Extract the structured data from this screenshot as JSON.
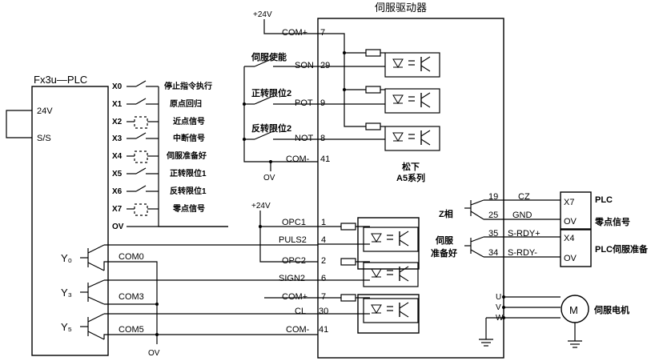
{
  "top_supply_label": "+24V",
  "driver": {
    "title": "伺服驱动器",
    "brand_line1": "松下",
    "brand_line2": "A5系列",
    "pins_top": [
      {
        "name": "COM+",
        "num": "7"
      },
      {
        "name": "SON",
        "num": "29"
      },
      {
        "name": "POT",
        "num": "9"
      },
      {
        "name": "NOT",
        "num": "8"
      },
      {
        "name": "COM-",
        "num": "41"
      }
    ],
    "pins_pulse": [
      {
        "name": "OPC1",
        "num": "1"
      },
      {
        "name": "PULS2",
        "num": "4"
      },
      {
        "name": "OPC2",
        "num": "2"
      },
      {
        "name": "SIGN2",
        "num": "6"
      },
      {
        "name": "COM+",
        "num": "7"
      },
      {
        "name": "CL",
        "num": "30"
      },
      {
        "name": "COM-",
        "num": "41"
      }
    ],
    "pins_right": [
      {
        "num": "19",
        "name": "CZ"
      },
      {
        "num": "25",
        "name": "GND"
      },
      {
        "num": "35",
        "name": "S-RDY+"
      },
      {
        "num": "34",
        "name": "S-RDY-"
      }
    ],
    "uvw": [
      "U",
      "V",
      "W"
    ]
  },
  "switches_top": {
    "son": "伺服使能",
    "pot": "正转限位2",
    "not": "反转限位2",
    "ov": "OV"
  },
  "pulse_supply_label": "+24V",
  "plc": {
    "title": "Fx3u—PLC",
    "left_labels": [
      "24V",
      "S/S"
    ],
    "inputs": [
      {
        "pin": "X0",
        "desc": "停止指令执行"
      },
      {
        "pin": "X1",
        "desc": "原点回归"
      },
      {
        "pin": "X2",
        "desc": "近点信号"
      },
      {
        "pin": "X3",
        "desc": "中断信号"
      },
      {
        "pin": "X4",
        "desc": "伺服准备好"
      },
      {
        "pin": "X5",
        "desc": "正转限位1"
      },
      {
        "pin": "X6",
        "desc": "反转限位1"
      },
      {
        "pin": "X7",
        "desc": "零点信号"
      }
    ],
    "ov": "OV",
    "outputs": [
      {
        "y": "Y₀",
        "com": "COM0"
      },
      {
        "y": "Y₃",
        "com": "COM3"
      },
      {
        "y": "Y₅",
        "com": "COM5"
      }
    ],
    "bottom_ov": "OV"
  },
  "right_side": {
    "z_phase": "Z相",
    "servo_ready_line1": "伺服",
    "servo_ready_line2": "准备好",
    "plc_box1": {
      "pins": [
        "X7",
        "OV"
      ],
      "title": "PLC",
      "desc": "零点信号"
    },
    "plc_box2": {
      "pins": [
        "X4",
        "OV"
      ],
      "title": "PLC伺服准备"
    }
  },
  "motor": {
    "symbol": "M",
    "label": "伺服电机"
  }
}
